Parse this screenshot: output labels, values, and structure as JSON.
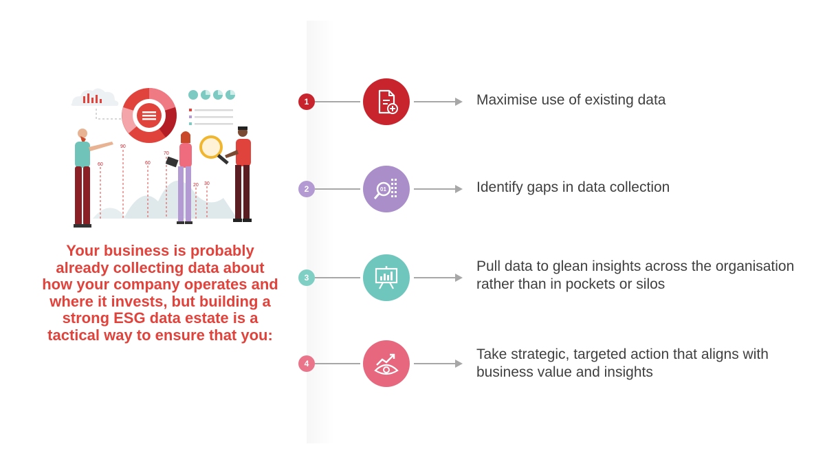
{
  "intro": {
    "text": "Your business is probably already collecting data about how your company operates and where it invests, but building a strong ESG data estate is a tactical way to ensure that you:"
  },
  "illustration": {
    "chart_labels": [
      "90",
      "70",
      "60",
      "60",
      "20",
      "30"
    ]
  },
  "steps": [
    {
      "number": "1",
      "text": "Maximise use of existing data",
      "color": "#c8242d",
      "badge_color": "#c8242d",
      "icon": "document-add-icon"
    },
    {
      "number": "2",
      "text": "Identify gaps in data collection",
      "color": "#a98ec9",
      "badge_color": "#b49ad2",
      "icon": "data-search-icon"
    },
    {
      "number": "3",
      "text": "Pull data to glean insights across the organisation rather than in pockets or silos",
      "color": "#6ec6bd",
      "badge_color": "#7fcfc5",
      "icon": "presentation-chart-icon"
    },
    {
      "number": "4",
      "text": "Take strategic, targeted action that aligns with business value and insights",
      "color": "#e6677e",
      "badge_color": "#ea7489",
      "icon": "target-growth-icon"
    }
  ],
  "colors": {
    "accent_red": "#e0433c",
    "arrow_gray": "#a7a7a7",
    "body_text": "#3f3f3f"
  }
}
